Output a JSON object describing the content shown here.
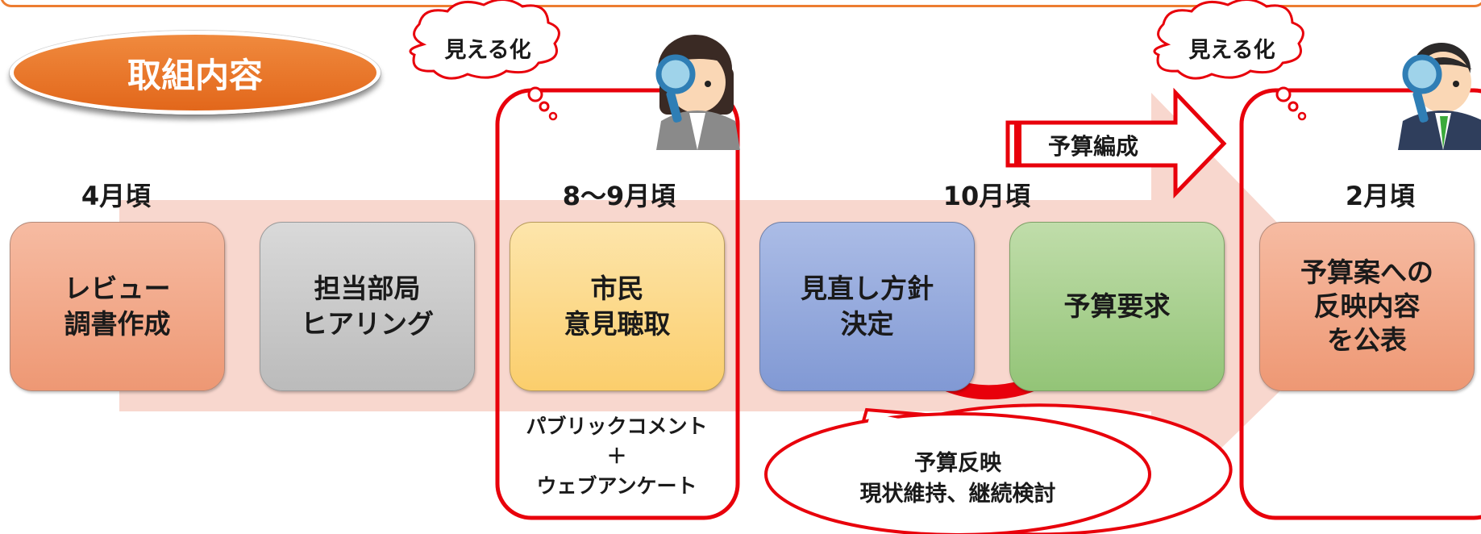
{
  "badge": {
    "label": "取組内容"
  },
  "clouds": [
    "見える化",
    "見える化"
  ],
  "times": [
    "4月頃",
    "8〜9月頃",
    "10月頃",
    "2月頃"
  ],
  "steps": [
    {
      "label": "レビュー\n調書作成",
      "color": "#F3A98C"
    },
    {
      "label": "担当部局\nヒアリング",
      "color": "#C9C9C9"
    },
    {
      "label": "市民\n意見聴取",
      "color": "#FCD887"
    },
    {
      "label": "見直し方針\n決定",
      "color": "#94A8DC"
    },
    {
      "label": "予算要求",
      "color": "#A9D08E"
    },
    {
      "label": "予算案への\n反映内容\nを公表",
      "color": "#F3A98C"
    }
  ],
  "budget_arrow": {
    "label": "予算編成"
  },
  "public_comment": {
    "text": "パブリックコメント\n＋\nウェブアンケート"
  },
  "speech": {
    "text": "予算反映\n現状維持、継続検討"
  },
  "colors": {
    "accent": "#ED7D31",
    "highlight": "#E8000B",
    "band": "#F8D5CB"
  },
  "icons": [
    "woman-with-magnifier-icon",
    "man-with-magnifier-icon"
  ]
}
